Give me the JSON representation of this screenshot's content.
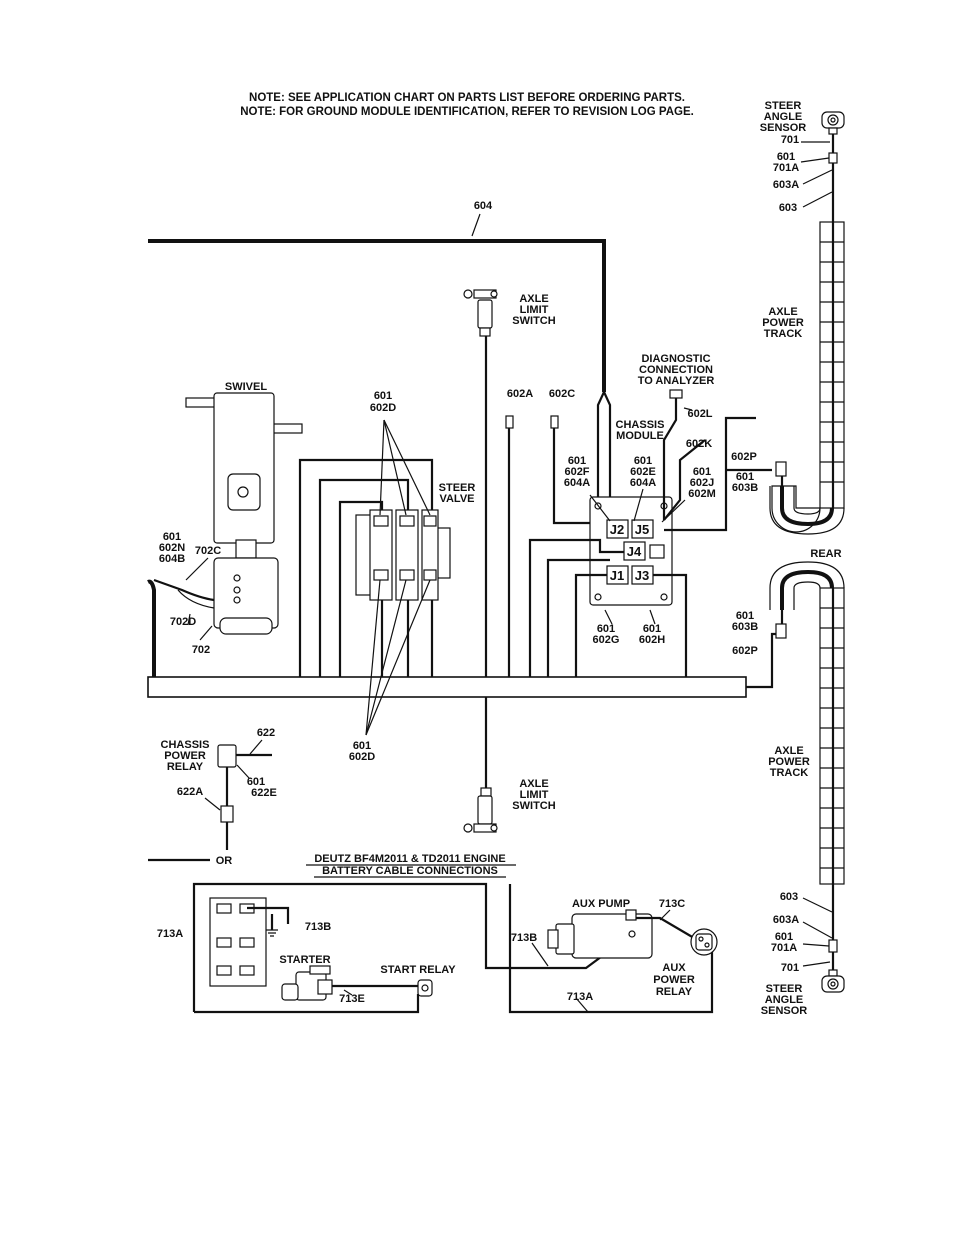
{
  "notes": {
    "line1": "NOTE:  SEE APPLICATION CHART ON PARTS LIST BEFORE ORDERING PARTS.",
    "line2": "NOTE:  FOR GROUND MODULE IDENTIFICATION, REFER TO REVISION LOG PAGE."
  },
  "labels": {
    "steer_sensor_top": [
      "STEER",
      "ANGLE",
      "SENSOR"
    ],
    "steer_sensor_bottom": [
      "STEER",
      "ANGLE",
      "SENSOR"
    ],
    "axle_power_track_top": [
      "AXLE",
      "POWER",
      "TRACK"
    ],
    "axle_power_track_bottom": [
      "AXLE",
      "POWER",
      "TRACK"
    ],
    "rear": "REAR",
    "axle_limit_switch_top": [
      "AXLE",
      "LIMIT",
      "SWITCH"
    ],
    "axle_limit_switch_bottom": [
      "AXLE",
      "LIMIT",
      "SWITCH"
    ],
    "diagnostic": [
      "DIAGNOSTIC",
      "CONNECTION",
      "TO ANALYZER"
    ],
    "chassis_module": [
      "CHASSIS",
      "MODULE"
    ],
    "swivel": "SWIVEL",
    "steer_valve": [
      "STEER",
      "VALVE"
    ],
    "chassis_power_relay": [
      "CHASSIS",
      "POWER",
      "RELAY"
    ],
    "or": "OR",
    "deutz": [
      "DEUTZ BF4M2011 & TD2011 ENGINE",
      "BATTERY CABLE CONNECTIONS"
    ],
    "starter": "STARTER",
    "start_relay": "START RELAY",
    "aux_pump": "AUX PUMP",
    "aux_power_relay": [
      "AUX",
      "POWER",
      "RELAY"
    ]
  },
  "connectors": {
    "j1": "J1",
    "j2": "J2",
    "j3": "J3",
    "j4": "J4",
    "j5": "J5"
  },
  "wires": {
    "w604": "604",
    "w701_top": "701",
    "w601_701a_top": [
      "601",
      "701A"
    ],
    "w603a_top": "603A",
    "w603_top": "603",
    "w602l": "602L",
    "w602k": "602K",
    "w602p_top": "602P",
    "w601_603b_top": [
      "601",
      "603B"
    ],
    "w601_602j_602m": [
      "601",
      "602J",
      "602M"
    ],
    "w601_602e_604a": [
      "601",
      "602E",
      "604A"
    ],
    "w601_602f_604a": [
      "601",
      "602F",
      "604A"
    ],
    "w602a": "602A",
    "w602c": "602C",
    "w601_602d_top": [
      "601",
      "602D"
    ],
    "w601_602d_bottom": [
      "601",
      "602D"
    ],
    "w601_602n_604b": [
      "601",
      "602N",
      "604B"
    ],
    "w702c": "702C",
    "w702d": "702D",
    "w702": "702",
    "w601_602g": [
      "601",
      "602G"
    ],
    "w601_602h": [
      "601",
      "602H"
    ],
    "w601_603b_bottom": [
      "601",
      "603B"
    ],
    "w602p_bottom": "602P",
    "w622": "622",
    "w601_622e": [
      "601",
      "622E"
    ],
    "w622a": "622A",
    "w713a_left": "713A",
    "w713b_left": "713B",
    "w713e": "713E",
    "w713b_right": "713B",
    "w713c": "713C",
    "w713a_bottom": "713A",
    "w603_bottom": "603",
    "w603a_bottom": "603A",
    "w601_701a_bottom": [
      "601",
      "701A"
    ],
    "w701_bottom": "701"
  }
}
